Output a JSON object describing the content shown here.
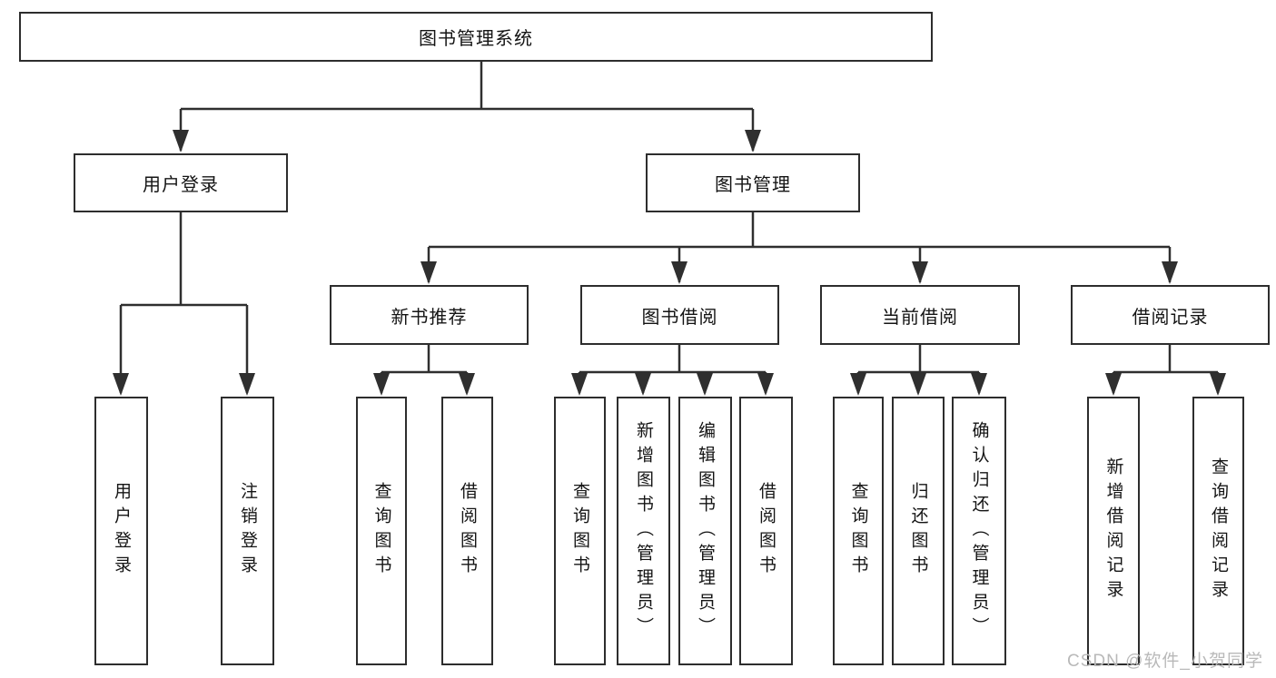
{
  "diagram": {
    "root": "图书管理系统",
    "branches": {
      "user_login": {
        "label": "用户登录",
        "children": {
          "login": "用户登录",
          "logout": "注销登录"
        }
      },
      "book_management": {
        "label": "图书管理",
        "groups": {
          "new_book": {
            "label": "新书推荐",
            "children": {
              "query": "查询图书",
              "borrow": "借阅图书"
            }
          },
          "book_borrow": {
            "label": "图书借阅",
            "children": {
              "query": "查询图书",
              "add": "新增图书（管理员）",
              "edit": "编辑图书（管理员）",
              "borrow": "借阅图书"
            }
          },
          "current_borrow": {
            "label": "当前借阅",
            "children": {
              "query": "查询图书",
              "return": "归还图书",
              "confirm": "确认归还（管理员）"
            }
          },
          "borrow_record": {
            "label": "借阅记录",
            "children": {
              "add": "新增借阅记录",
              "query": "查询借阅记录"
            }
          }
        }
      }
    },
    "watermark": "CSDN @软件_小贺同学",
    "colors": {
      "line": "#2f2f2f",
      "border": "#2d2d2d",
      "text": "#141414",
      "watermark": "#b9b9b9",
      "background": "#ffffff"
    }
  }
}
